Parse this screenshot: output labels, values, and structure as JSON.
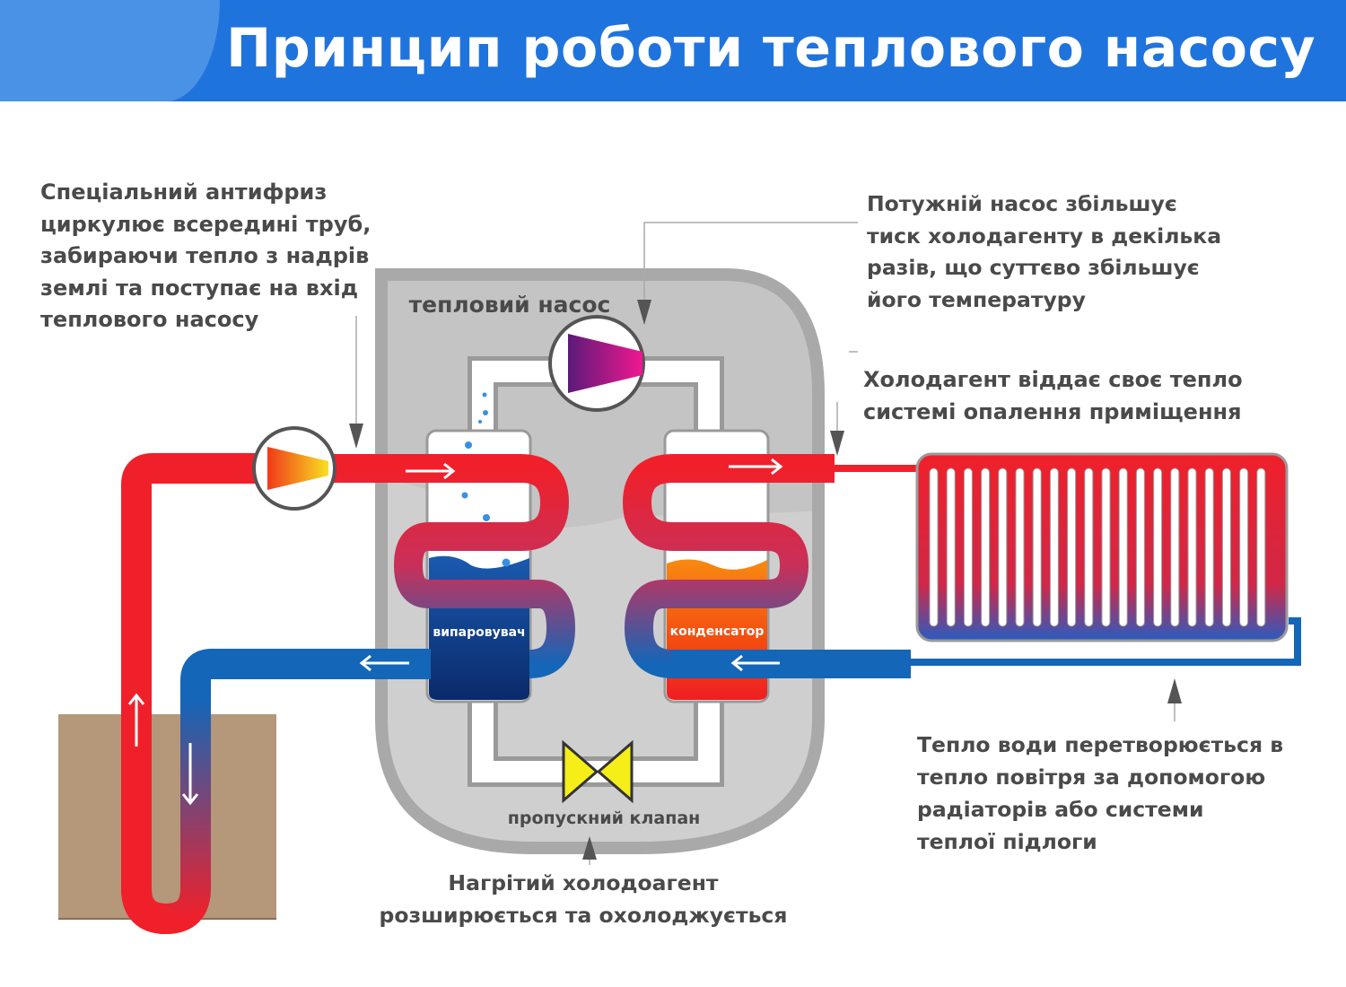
{
  "title": "Принцип роботи теплового насосу",
  "notes": {
    "antifreeze": [
      "Спеціальний антифриз",
      "циркулює всередині труб,",
      "забираючи тепло з надрів",
      "землі та поступає на вхід",
      "теплового насосу"
    ],
    "compressor": [
      "Потужній насос збільшує",
      "тиск холодагенту в декілька",
      "разів, що суттєво збільшує",
      "його температуру"
    ],
    "condenser": [
      "Холодагент віддає своє тепло",
      "системі опалення приміщення"
    ],
    "radiator": [
      "Тепло води перетворюється в",
      "тепло повітря за допомогою",
      "радіаторів або системи",
      "теплої підлоги"
    ],
    "valve": [
      "Нагрітий холодоагент",
      "розширюється та охолоджується"
    ]
  },
  "labels": {
    "heat_pump": "тепловий насос",
    "evaporator": "випаровувач",
    "condenser": "конденсатор",
    "valve": "пропускний клапан"
  },
  "colors": {
    "header": "#1f73dd",
    "hot_pipe": "#f0202a",
    "cold_pipe": "#1466b8",
    "housing": "#c8c8c8",
    "ground": "#b5977a",
    "valve": "#f5ee18",
    "text": "#4a4a4a"
  }
}
